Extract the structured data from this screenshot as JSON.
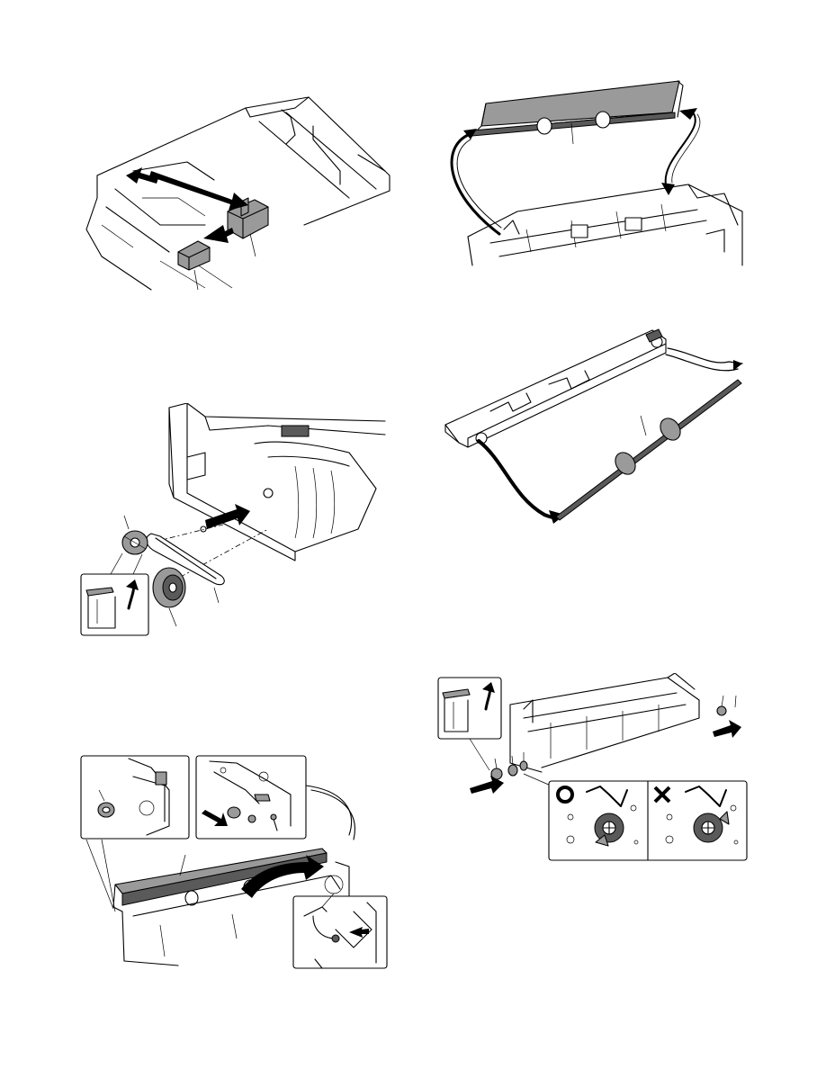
{
  "page": {
    "title": "",
    "figures": [
      {
        "id": "fig-1",
        "depicts": "paper-guide-removal"
      },
      {
        "id": "fig-2",
        "depicts": "roller-assembly-lift"
      },
      {
        "id": "fig-3",
        "depicts": "belt-and-pulley-removal"
      },
      {
        "id": "fig-4",
        "depicts": "roller-shaft-removal"
      },
      {
        "id": "fig-5",
        "depicts": "roller-cover-and-clips"
      },
      {
        "id": "fig-6",
        "depicts": "bearing-orientation-check"
      }
    ],
    "symbols": {
      "correct": "circle-mark",
      "incorrect": "cross-mark"
    }
  }
}
